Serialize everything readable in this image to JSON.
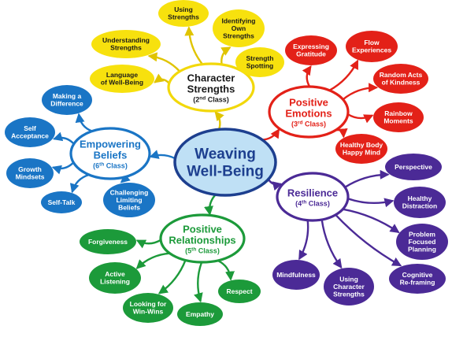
{
  "center": {
    "title": [
      "Weaving",
      "Well-Being"
    ],
    "fill": "#bfe0f5",
    "stroke": "#1d3f8f",
    "text_color": "#1d3f8f"
  },
  "hubs": [
    {
      "key": "character",
      "title": [
        "Character",
        "Strengths"
      ],
      "class_num": "2",
      "class_sup": "nd",
      "class_word": "Class",
      "fill": "#ffffff",
      "stroke": "#f2d80a",
      "text_color": "#1a1a1a",
      "leaf_fill": "#f7e10e",
      "leaf_text": "#1a1a1a",
      "arrow": "#e0c400",
      "leaves": [
        [
          "Using",
          "Strengths"
        ],
        [
          "Understanding",
          "Strengths"
        ],
        [
          "Identifying",
          "Own",
          "Strengths"
        ],
        [
          "Language",
          "of Well-Being"
        ],
        [
          "Strength",
          "Spotting"
        ]
      ]
    },
    {
      "key": "positive-emotions",
      "title": [
        "Positive",
        "Emotions"
      ],
      "class_num": "3",
      "class_sup": "rd",
      "class_word": "Class",
      "fill": "#ffffff",
      "stroke": "#e32118",
      "text_color": "#e32118",
      "leaf_fill": "#e32118",
      "leaf_text": "#ffffff",
      "arrow": "#e32118",
      "leaves": [
        [
          "Expressing",
          "Gratitude"
        ],
        [
          "Flow",
          "Experiences"
        ],
        [
          "Random Acts",
          "of Kindness"
        ],
        [
          "Rainbow",
          "Moments"
        ],
        [
          "Healthy Body",
          "Happy Mind"
        ]
      ]
    },
    {
      "key": "empowering-beliefs",
      "title": [
        "Empowering",
        "Beliefs"
      ],
      "class_num": "6",
      "class_sup": "th",
      "class_word": "Class",
      "fill": "#ffffff",
      "stroke": "#1a75c5",
      "text_color": "#1a75c5",
      "leaf_fill": "#1a75c5",
      "leaf_text": "#ffffff",
      "arrow": "#1a75c5",
      "leaves": [
        [
          "Making a",
          "Difference"
        ],
        [
          "Self",
          "Acceptance"
        ],
        [
          "Growth",
          "Mindsets"
        ],
        [
          "Self-Talk"
        ],
        [
          "Challenging",
          "Limiting",
          "Beliefs"
        ]
      ]
    },
    {
      "key": "resilience",
      "title": [
        "Resilience"
      ],
      "class_num": "4",
      "class_sup": "th",
      "class_word": "Class",
      "fill": "#ffffff",
      "stroke": "#4b2a96",
      "text_color": "#4b2a96",
      "leaf_fill": "#4b2a96",
      "leaf_text": "#ffffff",
      "arrow": "#4b2a96",
      "leaves": [
        [
          "Perspective"
        ],
        [
          "Healthy",
          "Distraction"
        ],
        [
          "Problem",
          "Focused",
          "Planning"
        ],
        [
          "Cognitive",
          "Re-framing"
        ],
        [
          "Mindfulness"
        ],
        [
          "Using",
          "Character",
          "Strengths"
        ]
      ]
    },
    {
      "key": "positive-relationships",
      "title": [
        "Positive",
        "Relationships"
      ],
      "class_num": "5",
      "class_sup": "th",
      "class_word": "Class",
      "fill": "#ffffff",
      "stroke": "#1c9a3a",
      "text_color": "#1c9a3a",
      "leaf_fill": "#1c9a3a",
      "leaf_text": "#ffffff",
      "arrow": "#1c9a3a",
      "leaves": [
        [
          "Forgiveness"
        ],
        [
          "Active",
          "Listening"
        ],
        [
          "Looking for",
          "Win-Wins"
        ],
        [
          "Empathy"
        ],
        [
          "Respect"
        ]
      ]
    }
  ]
}
